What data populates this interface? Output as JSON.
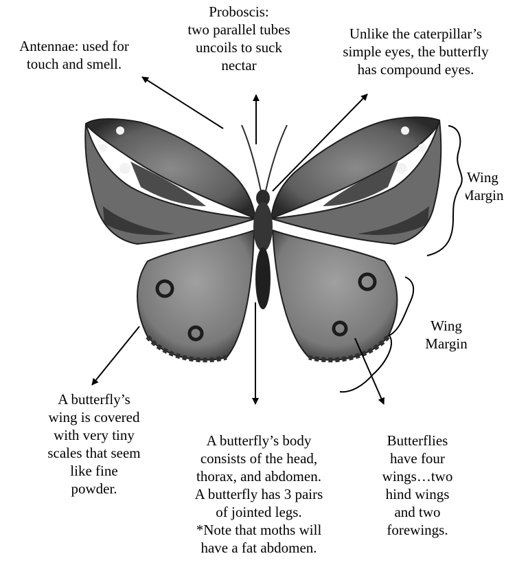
{
  "labels": {
    "proboscis": [
      "Proboscis:",
      "two parallel tubes",
      "uncoils to suck",
      "nectar"
    ],
    "antennae": [
      "Antennae: used for",
      "touch and smell."
    ],
    "eyes": [
      "Unlike the caterpillar’s",
      "simple eyes, the butterfly",
      "has compound eyes."
    ],
    "wing_margin_upper": [
      "Wing",
      "Margin"
    ],
    "wing_margin_lower": [
      "Wing",
      "Margin"
    ],
    "scales": [
      "A butterfly’s",
      "wing is covered",
      "with very tiny",
      "scales that seem",
      "like fine",
      "powder."
    ],
    "body": [
      "A butterfly’s body",
      "consists of the head,",
      "thorax, and abdomen.",
      "A butterfly has 3 pairs",
      "of jointed legs.",
      "*Note that moths will",
      "have a fat abdomen."
    ],
    "wings": [
      "Butterflies",
      "have four",
      "wings…two",
      "hind wings",
      "and two",
      "forewings."
    ]
  }
}
